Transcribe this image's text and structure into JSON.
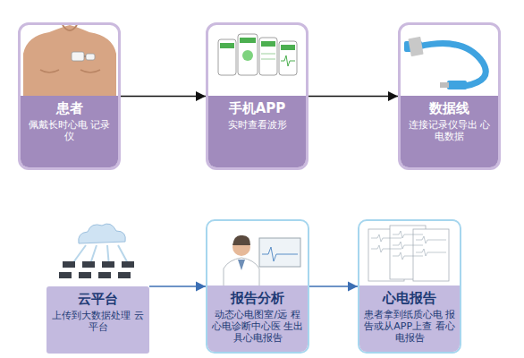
{
  "diagram": {
    "nodes": [
      {
        "text": [
          "患者",
          "佩戴长时心电 记录仪"
        ]
      },
      {
        "text": [
          "手机APP",
          "实时查看波形"
        ]
      },
      {
        "text": [
          "数据线",
          "连接记录仪导出 心电数据"
        ]
      },
      {
        "text": [
          "云平台",
          "上传到大数据处理 云平台"
        ]
      },
      {
        "text": [
          "报告分析",
          "动态心电图室/远 程心电诊断中心医 生出具心电报告"
        ]
      },
      {
        "text": [
          "心电报告",
          "患者拿到纸质心电 报告或从APP上查 看心电报告"
        ]
      }
    ],
    "edges": [
      {
        "from": 0,
        "to": 1,
        "arrow": "to"
      },
      {
        "from": 1,
        "to": 2,
        "arrow": "to"
      },
      {
        "from": 3,
        "to": 4,
        "arrow": "to"
      },
      {
        "from": 4,
        "to": 5,
        "arrow": "to"
      }
    ]
  }
}
